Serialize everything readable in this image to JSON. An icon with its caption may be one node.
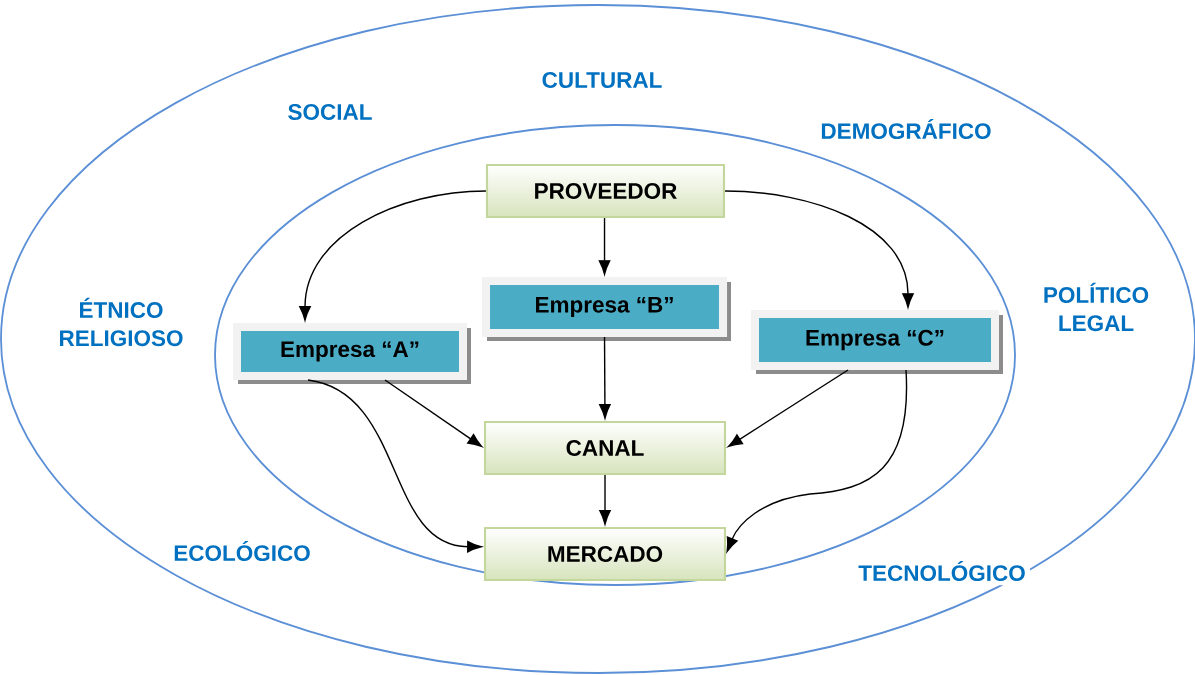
{
  "diagram": {
    "nodes": [
      {
        "text": [
          "PROVEEDOR"
        ]
      },
      {
        "text": [
          "Empresa “A”"
        ]
      },
      {
        "text": [
          "Empresa “B”"
        ]
      },
      {
        "text": [
          "Empresa “C”"
        ]
      },
      {
        "text": [
          "CANAL"
        ]
      },
      {
        "text": [
          "MERCADO"
        ]
      }
    ],
    "edges": [
      {
        "from": 0,
        "to": 1,
        "arrow": "to"
      },
      {
        "from": 0,
        "to": 2,
        "arrow": "to"
      },
      {
        "from": 0,
        "to": 3,
        "arrow": "to"
      },
      {
        "from": 1,
        "to": 4,
        "arrow": "to"
      },
      {
        "from": 2,
        "to": 4,
        "arrow": "to"
      },
      {
        "from": 3,
        "to": 4,
        "arrow": "to"
      },
      {
        "from": 1,
        "to": 5,
        "arrow": "to"
      },
      {
        "from": 3,
        "to": 5,
        "arrow": "to"
      },
      {
        "from": 4,
        "to": 5,
        "arrow": "to"
      }
    ],
    "labels": [
      "CULTURAL",
      "SOCIAL",
      "DEMOGRÁFICO",
      "ÉTNICO RELIGIOSO",
      "POLÍTICO LEGAL",
      "ECOLÓGICO",
      "TECNOLÓGICO"
    ]
  }
}
